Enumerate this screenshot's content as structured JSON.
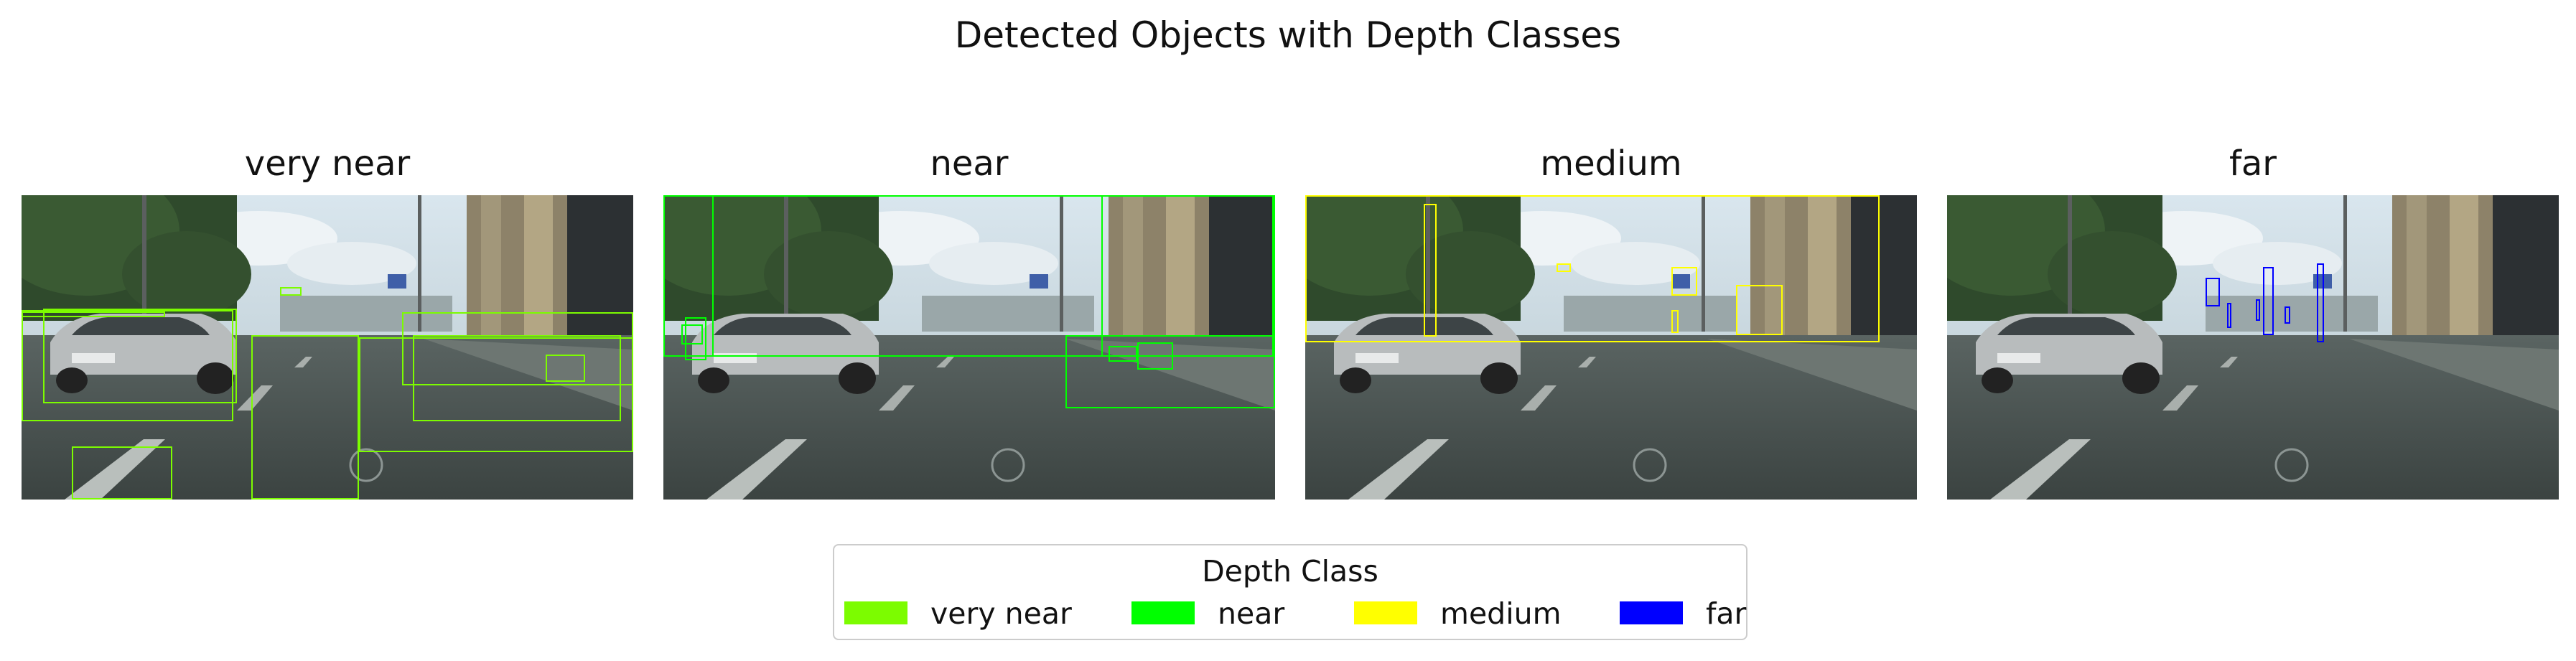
{
  "chart_data": {
    "type": "image-grid",
    "title": "Detected Objects with Depth Classes",
    "panels": [
      {
        "title": "very near",
        "depth_class": "very near"
      },
      {
        "title": "near",
        "depth_class": "near"
      },
      {
        "title": "medium",
        "depth_class": "medium"
      },
      {
        "title": "far",
        "depth_class": "far"
      }
    ],
    "legend": {
      "title": "Depth Class",
      "placement": "bottom-center",
      "items": [
        {
          "label": "very near",
          "color": "#7cfc00"
        },
        {
          "label": "near",
          "color": "#00ff00"
        },
        {
          "label": "medium",
          "color": "#ffff00"
        },
        {
          "label": "far",
          "color": "#0000ff"
        }
      ]
    }
  }
}
